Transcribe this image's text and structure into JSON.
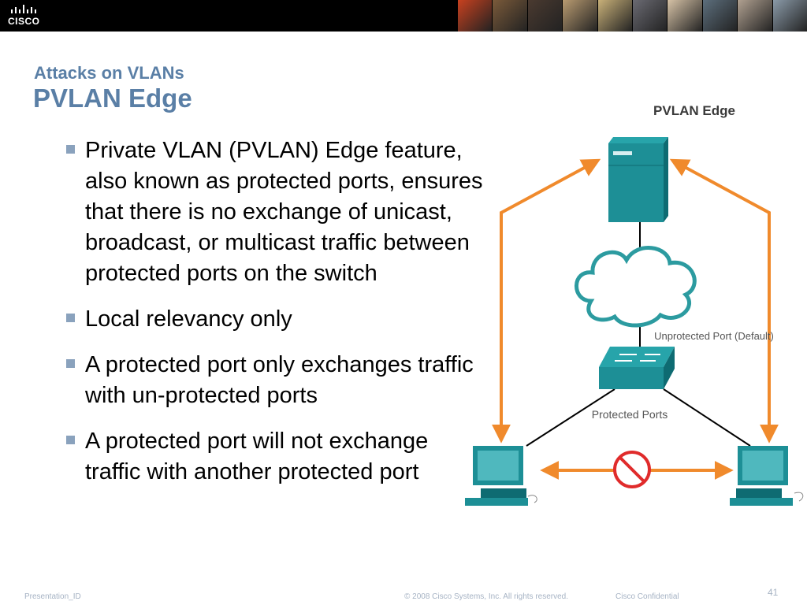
{
  "header": {
    "logo_text": "CISCO",
    "photo_colors": [
      "#c8411f",
      "#7a5a3a",
      "#4a3a30",
      "#b89a70",
      "#c8b078",
      "#6a6a72",
      "#d6c2a6",
      "#5c6e7c",
      "#b0a090",
      "#8a9aa8"
    ]
  },
  "slide": {
    "kicker": "Attacks on VLANs",
    "title": "PVLAN Edge",
    "bullets": [
      "Private VLAN (PVLAN) Edge feature, also known as protected ports, ensures that there is no exchange of unicast, broadcast, or multicast traffic between protected ports on the switch",
      "Local relevancy only",
      "A protected port only exchanges traffic with un-protected ports",
      "A protected port will not exchange traffic with another protected port"
    ]
  },
  "diagram": {
    "title": "PVLAN Edge",
    "unprotected_label": "Unprotected Port (Default)",
    "protected_label": "Protected Ports",
    "icons": [
      "server-icon",
      "cloud-icon",
      "switch-icon",
      "pc-icon",
      "no-entry-icon"
    ],
    "colors": {
      "device": "#1d8f96",
      "device_dark": "#0e6b72",
      "arrow": "#f08a2c",
      "block": "#e02b2b",
      "link": "#000000",
      "cloud_stroke": "#2c9ba0"
    }
  },
  "footer": {
    "presentation_id": "Presentation_ID",
    "copyright": "© 2008 Cisco Systems, Inc. All rights reserved.",
    "confidential": "Cisco Confidential",
    "slide_number": "41"
  }
}
